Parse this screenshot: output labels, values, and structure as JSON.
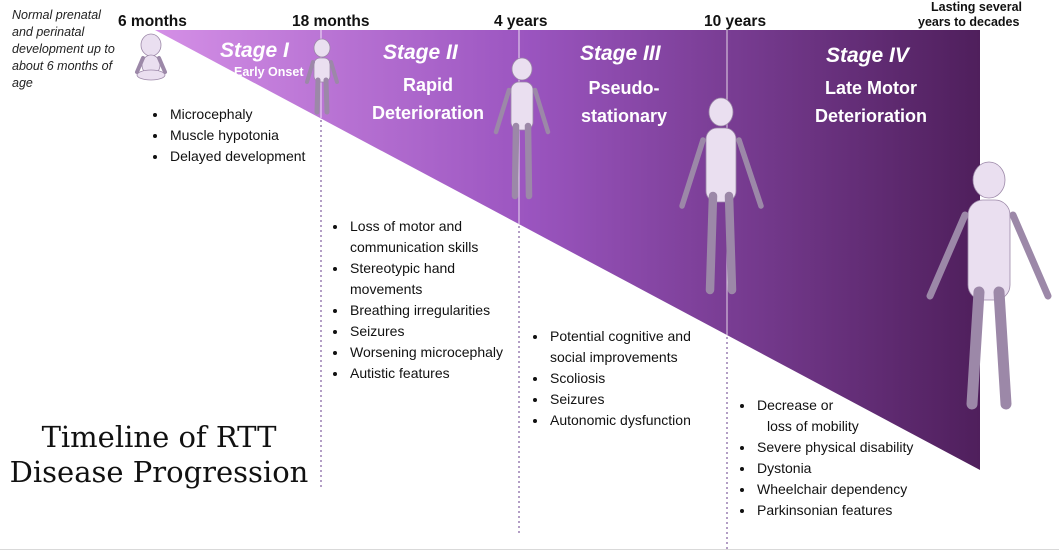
{
  "title": {
    "line1": "Timeline of RTT",
    "line2": "Disease Progression"
  },
  "prenatal_note": "Normal prenatal and perinatal development up to about 6 months of age",
  "timeline": {
    "m6": "6 months",
    "m18": "18 months",
    "y4": "4 years",
    "y10": "10 years",
    "lasting_line1": "Lasting several",
    "lasting_line2": "years to decades"
  },
  "stages": {
    "s1": {
      "title": "Stage I",
      "sub1": "Early Onset"
    },
    "s2": {
      "title": "Stage II",
      "sub1": "Rapid",
      "sub2": "Deterioration"
    },
    "s3": {
      "title": "Stage III",
      "sub1": "Pseudo-",
      "sub2": "stationary"
    },
    "s4": {
      "title": "Stage IV",
      "sub1": "Late Motor",
      "sub2": "Deterioration"
    }
  },
  "symptoms": {
    "s1": [
      "Microcephaly",
      "Muscle hypotonia",
      "Delayed development"
    ],
    "s2": [
      {
        "l1": "Loss of motor and",
        "l2": "communication skills"
      },
      {
        "l1": "Stereotypic hand",
        "l2": "movements"
      },
      {
        "l1": "Breathing irregularities"
      },
      {
        "l1": "Seizures"
      },
      {
        "l1": "Worsening microcephaly"
      },
      {
        "l1": "Autistic features"
      }
    ],
    "s3": [
      {
        "l1": "Potential cognitive and",
        "l2": "social improvements"
      },
      {
        "l1": "Scoliosis"
      },
      {
        "l1": "Seizures"
      },
      {
        "l1": "Autonomic dysfunction"
      }
    ],
    "s4": [
      {
        "l1": "Decrease or",
        "l2": "loss of mobility"
      },
      {
        "l1": "Severe physical disability"
      },
      {
        "l1": "Dystonia"
      },
      {
        "l1": "Wheelchair dependency"
      },
      {
        "l1": "Parkinsonian features"
      }
    ]
  },
  "colors": {
    "wedge_start": "#d48fe6",
    "wedge_mid": "#9b55c0",
    "wedge_end": "#4f1f5c",
    "figure_fill": "#eadff0",
    "figure_stroke": "#9c88a8",
    "dotted_line": "#8a6aa6"
  },
  "figures": [
    "baby-figure",
    "toddler-figure",
    "child-figure",
    "teen-figure",
    "woman-figure"
  ]
}
